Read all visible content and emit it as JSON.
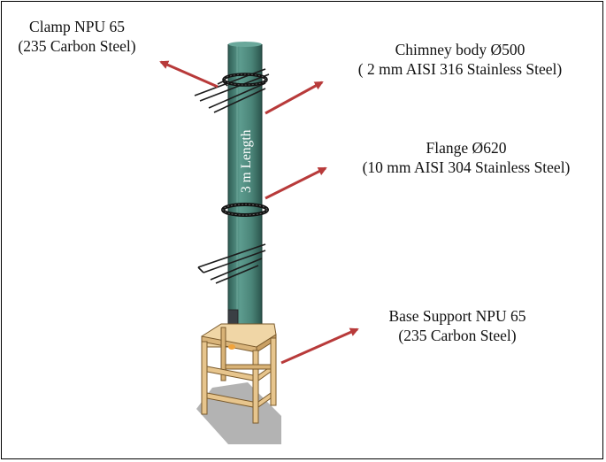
{
  "labels": {
    "clamp": {
      "line1": "Clamp NPU 65",
      "line2": "(235 Carbon Steel)"
    },
    "chimney_body": {
      "line1": "Chimney body  Ø500",
      "line2": "( 2 mm AISI 316  Stainless Steel)"
    },
    "flange": {
      "line1": "Flange Ø620",
      "line2": "(10 mm AISI 304  Stainless Steel)"
    },
    "base_support": {
      "line1": "Base Support NPU 65",
      "line2": "(235 Carbon Steel)"
    }
  },
  "chimney_length": "3 m Length",
  "colors": {
    "chimney": "#4f8a7e",
    "chimney_dark": "#2f5e55",
    "arrow": "#b83a3a",
    "base_frame": "#e7c58d",
    "frame_edge": "#7a5a2c",
    "shadow": "#9a9a9a"
  }
}
